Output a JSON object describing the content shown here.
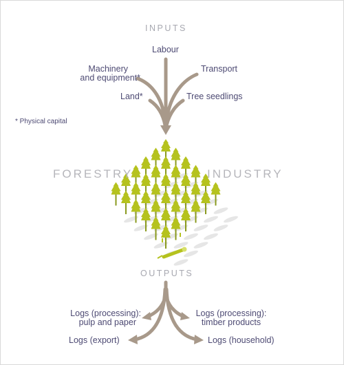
{
  "inputs": {
    "heading": "INPUTS",
    "labour": "Labour",
    "machinery_line1": "Machinery",
    "machinery_line2": "and equipment*",
    "transport": "Transport",
    "land": "Land*",
    "tree_seedlings": "Tree seedlings"
  },
  "footnote": "* Physical capital",
  "center": {
    "left_word": "FORESTRY",
    "right_word": "INDUSTRY"
  },
  "outputs": {
    "heading": "OUTPUTS",
    "pulp_line1": "Logs (processing):",
    "pulp_line2": "pulp and paper",
    "timber_line1": "Logs (processing):",
    "timber_line2": "timber products",
    "export": "Logs (export)",
    "household": "Logs (household)"
  },
  "colors": {
    "arrow": "#a8998a",
    "tree": "#b5c21e",
    "trunk": "#8a9a1e",
    "shadow": "#e6e6e6",
    "label": "#4d4a73",
    "heading": "#a7a8b0"
  },
  "icons": [
    "tree-icon",
    "log-icon",
    "arrow-icon"
  ]
}
